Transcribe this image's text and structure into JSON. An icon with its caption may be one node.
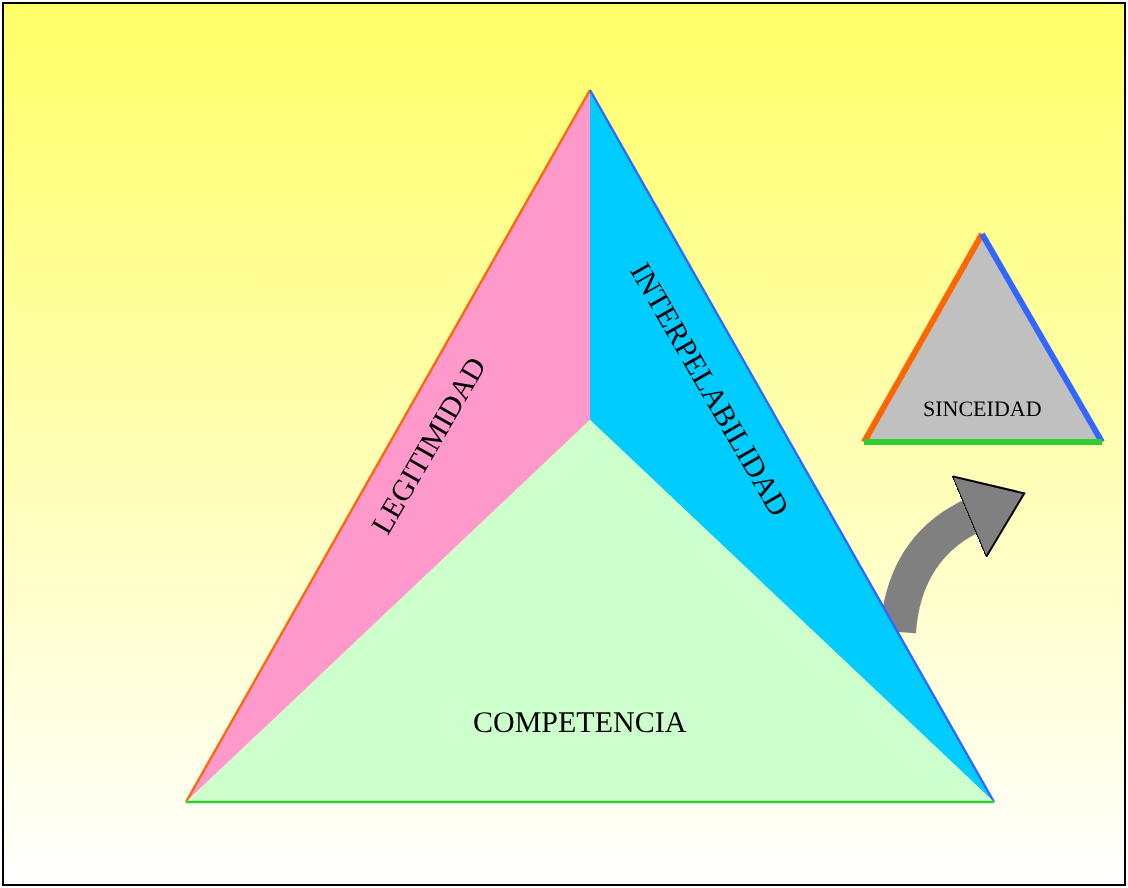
{
  "diagram": {
    "nodes": [
      {
        "text": [
          "LEGITIMIDAD"
        ]
      },
      {
        "text": [
          "INTERPELABILIDAD"
        ]
      },
      {
        "text": [
          "COMPETENCIA"
        ]
      },
      {
        "text": [
          "SINCEIDAD"
        ]
      }
    ],
    "edges": [
      {
        "from": 1,
        "to": 3,
        "arrow": "to"
      }
    ]
  }
}
